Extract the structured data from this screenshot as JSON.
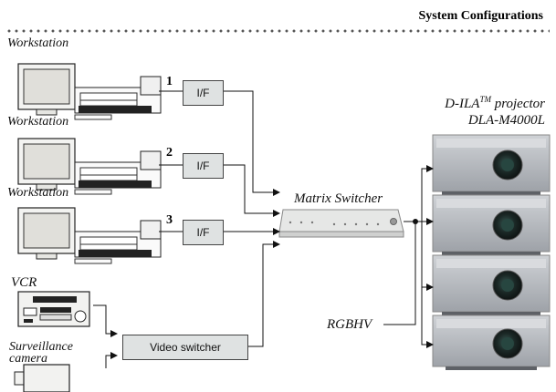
{
  "header": {
    "title": "System Configurations"
  },
  "sources": [
    {
      "label": "Workstation",
      "line": "1"
    },
    {
      "label": "Workstation",
      "line": "2"
    },
    {
      "label": "Workstation",
      "line": "3"
    }
  ],
  "interface_label": "I/F",
  "vcr_label": "VCR",
  "camera_label": "Surveillance camera",
  "video_switcher_label": "Video switcher",
  "matrix_switcher_label": "Matrix Switcher",
  "rgbhv_label": "RGBHV",
  "projector": {
    "line1": "D-ILA",
    "tm": "TM",
    "line1_suffix": " projector",
    "model": "DLA-M4000L"
  }
}
